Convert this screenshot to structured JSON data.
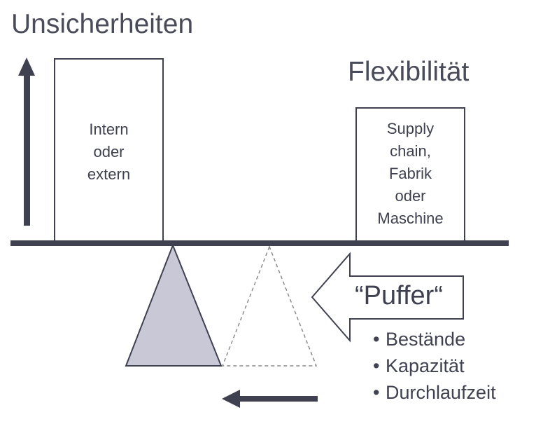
{
  "title_left": "Unsicherheiten",
  "title_right": "Flexibilität",
  "box_left": {
    "lines": [
      "Intern",
      "oder",
      "extern"
    ]
  },
  "box_right": {
    "lines": [
      "Supply",
      "chain,",
      "Fabrik",
      "oder",
      "Maschine"
    ]
  },
  "puffer": {
    "label": "“Puffer“"
  },
  "bullets": [
    "Bestände",
    "Kapazität",
    "Durchlaufzeit"
  ],
  "colors": {
    "dark": "#3f4150",
    "fulcrum_fill": "#c9c8d6",
    "dashed": "#8a8a8a"
  }
}
